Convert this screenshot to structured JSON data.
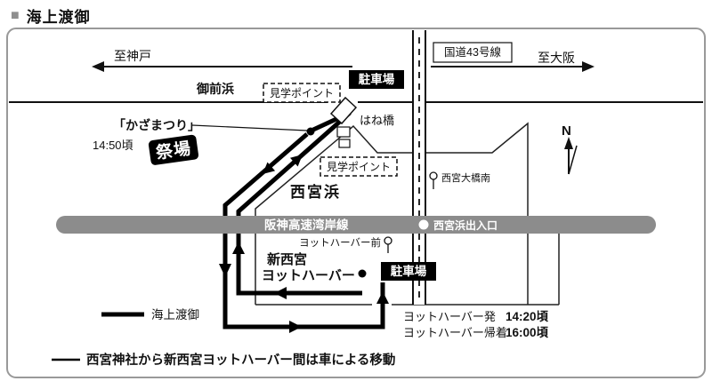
{
  "title": {
    "bullet": "■",
    "text": "海上渡御"
  },
  "map": {
    "to_kobe": "至神戸",
    "omaehama": "御前浜",
    "route43": "国道43号線",
    "to_osaka": "至大阪",
    "parking": "駐車場",
    "viewpoint": "見学ポイント",
    "hanebashi": "はね橋",
    "kazamatsuri": "「かざまつり」",
    "kazamatsuri_time": "14:50頃",
    "festival": "祭場",
    "nishinomiyahama": "西宮浜",
    "compass_n": "N",
    "ohashi_minami": "西宮大橋南",
    "expressway": "阪神高速湾岸線",
    "exit": "西宮浜出入口",
    "yacht_harbor_mae": "ヨットハーバー前",
    "harbor_line1": "新西宮",
    "harbor_line2": "ヨットハーバー"
  },
  "legend": {
    "route_label": "海上渡御",
    "depart_label": "ヨットハーバー発",
    "depart_time": "14:20頃",
    "return_label": "ヨットハーバー帰着",
    "return_time": "16:00頃",
    "car_note": "西宮神社から新西宮ヨットハーバー間は車による移動"
  },
  "colors": {
    "band": "#8c8c8c",
    "ink": "#111111",
    "frame": "#999999",
    "bullet": "#8f8f8f"
  }
}
